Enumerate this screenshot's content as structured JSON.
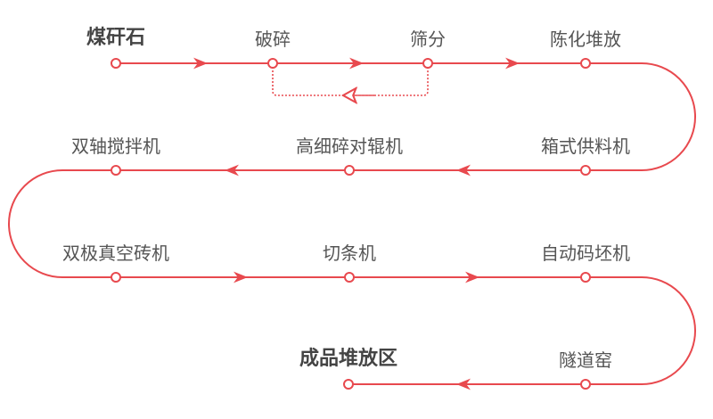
{
  "colors": {
    "line": "#e8494e",
    "text": "#555555",
    "bold_text": "#444444",
    "node_fill": "#ffffff"
  },
  "rows": [
    {
      "direction": "right",
      "nodes": [
        {
          "label": "煤矸石",
          "bold": true
        },
        {
          "label": "破碎",
          "bold": false
        },
        {
          "label": "筛分",
          "bold": false
        },
        {
          "label": "陈化堆放",
          "bold": false
        }
      ]
    },
    {
      "direction": "left",
      "nodes": [
        {
          "label": "双轴搅拌机",
          "bold": false
        },
        {
          "label": "高细碎对辊机",
          "bold": false
        },
        {
          "label": "箱式供料机",
          "bold": false
        }
      ]
    },
    {
      "direction": "right",
      "nodes": [
        {
          "label": "双极真空砖机",
          "bold": false
        },
        {
          "label": "切条机",
          "bold": false
        },
        {
          "label": "自动码坯机",
          "bold": false
        }
      ]
    },
    {
      "direction": "left",
      "nodes": [
        {
          "label": "成品堆放区",
          "bold": true
        },
        {
          "label": "隧道窑",
          "bold": false
        }
      ]
    }
  ],
  "feedback_loop": {
    "from": "筛分",
    "to": "破碎",
    "style": "dotted"
  }
}
